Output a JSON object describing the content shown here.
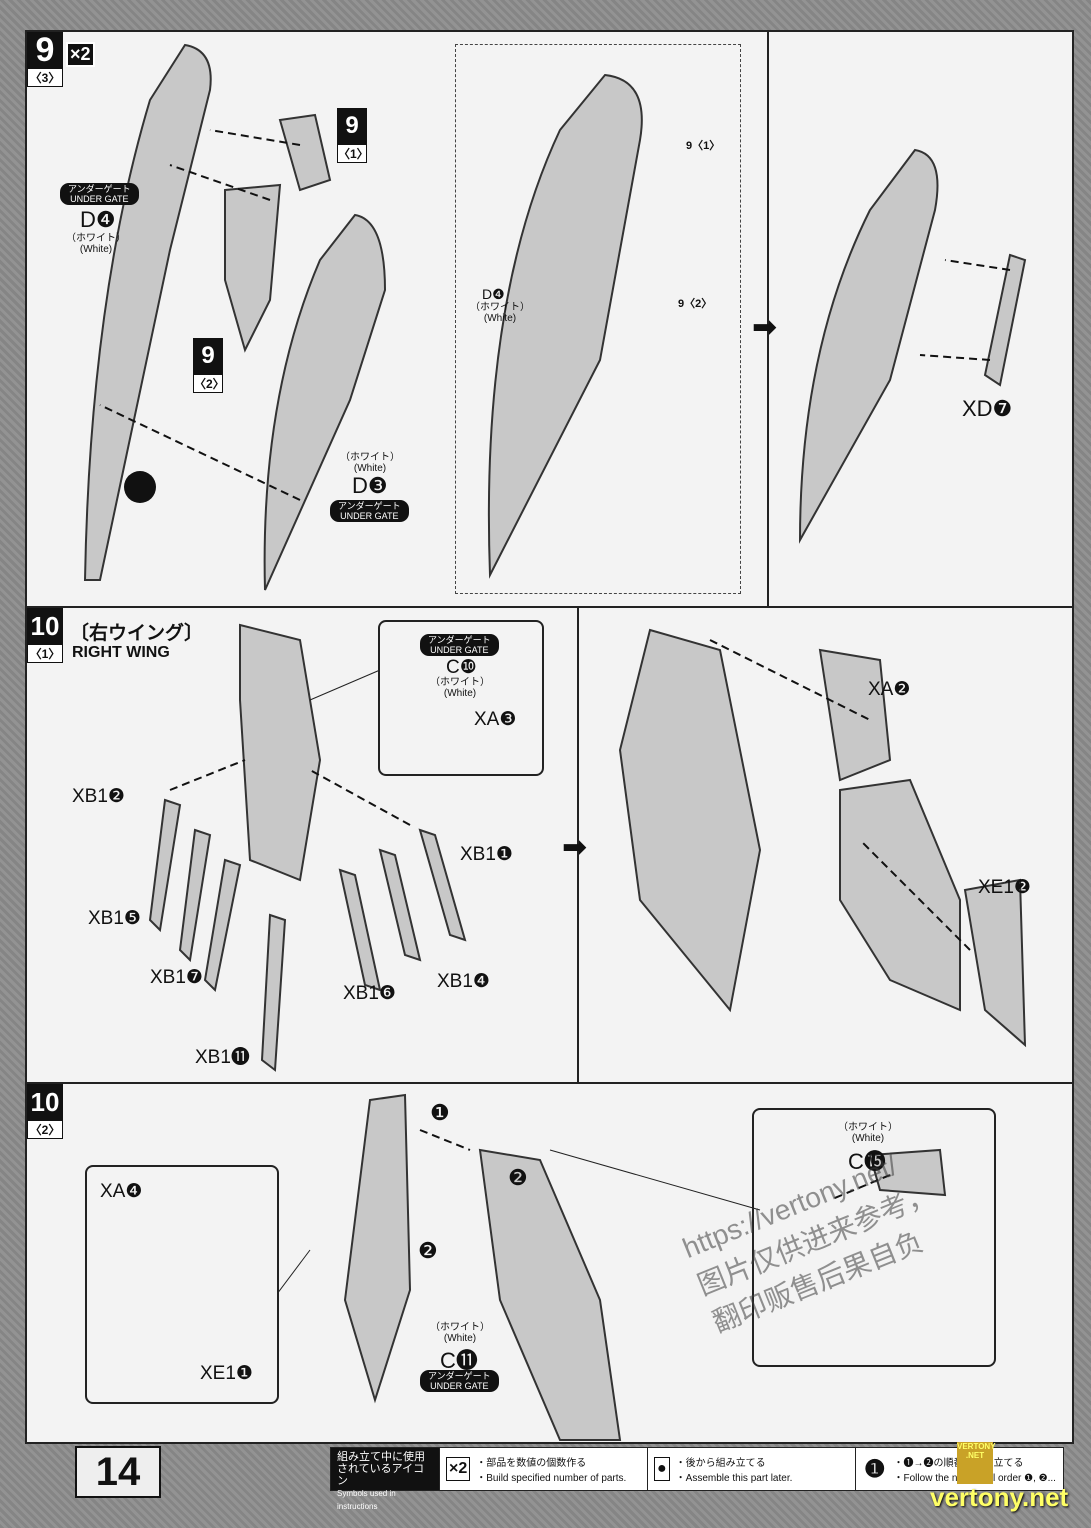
{
  "page_number": "14",
  "step9": {
    "num": "9",
    "sub": "〈3〉",
    "multiplier": "×2",
    "labels": {
      "ref9_1_num": "9",
      "ref9_1_sub": "〈1〉",
      "ref9_2_num": "9",
      "ref9_2_sub": "〈2〉",
      "d4": "D❹",
      "d4_jp": "（ホワイト）",
      "d4_en": "(White)",
      "d3": "D❸",
      "d3_jp": "（ホワイト）",
      "d3_en": "(White)",
      "xd7": "XD❼"
    },
    "under_gate_jp": "アンダーゲート",
    "under_gate_en": "UNDER GATE",
    "detail": {
      "d4": "D❹",
      "d4_jp": "（ホワイト）",
      "d4_en": "(White)",
      "ref9_1": "9〈1〉",
      "ref9_2": "9〈2〉"
    }
  },
  "step10_1": {
    "num": "10",
    "sub": "〈1〉",
    "title_jp": "〔右ウイング〕",
    "title_en": "RIGHT WING",
    "inset": {
      "ug_jp": "アンダーゲート",
      "ug_en": "UNDER GATE",
      "part": "C❿",
      "jp": "（ホワイト）",
      "en": "(White)",
      "xa3": "XA❸"
    },
    "parts": [
      "XB1❷",
      "XB1❺",
      "XB1❼",
      "XB1⓫",
      "XB1❶",
      "XB1❹",
      "XB1❻",
      "XA❷",
      "XE1❷"
    ]
  },
  "step10_2": {
    "num": "10",
    "sub": "〈2〉",
    "xa4": "XA❹",
    "xe11": "XE1❶",
    "c11": "C⓫",
    "c11_jp": "（ホワイト）",
    "c11_en": "(White)",
    "ug_jp": "アンダーゲート",
    "ug_en": "UNDER GATE",
    "c15": "C⓯",
    "c15_jp": "（ホワイト）",
    "c15_en": "(White)",
    "order1": "❶",
    "order2": "❷"
  },
  "footer": {
    "title_jp": "組み立て中に使用されているアイコン",
    "title_en": "Symbols used in instructions",
    "icons": [
      {
        "icon": "×2",
        "jp": "・部品を数値の個数作る",
        "en": "・Build specified number of parts."
      },
      {
        "icon": "●",
        "jp": "・後から組み立てる",
        "en": "・Assemble this part later."
      },
      {
        "icon": "❶",
        "jp": "・❶→❷の順番で組み立てる",
        "en": "・Follow the numerical order ❶, ❷..."
      }
    ]
  },
  "watermark": {
    "site": "vertony.net",
    "logo": "VERTONY .NET",
    "url": "https://vertony.net/",
    "cn1": "图片仅供进来参考，",
    "cn2": "翻印贩售后果自负"
  }
}
